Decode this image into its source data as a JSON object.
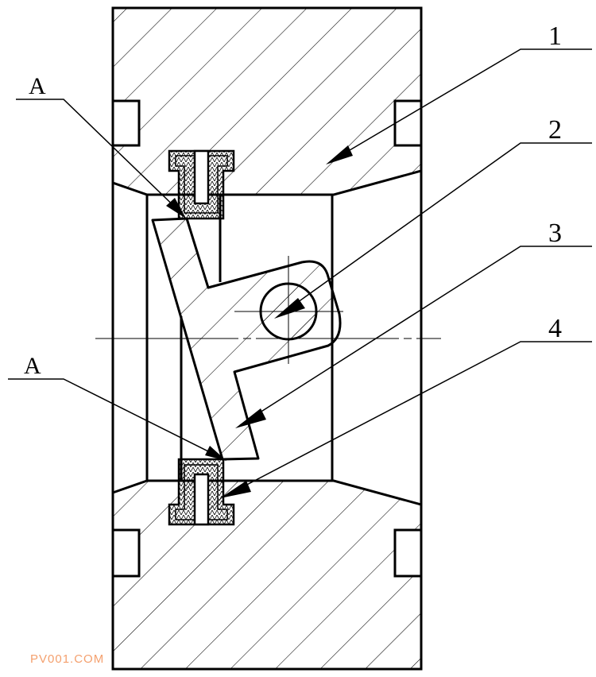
{
  "drawing": {
    "part_labels": [
      "1",
      "2",
      "3",
      "4"
    ],
    "detail_labels": [
      "A",
      "A"
    ],
    "watermark": "PV001.COM"
  },
  "colors": {
    "line": "#000000",
    "watermark": "#f4a06e"
  }
}
